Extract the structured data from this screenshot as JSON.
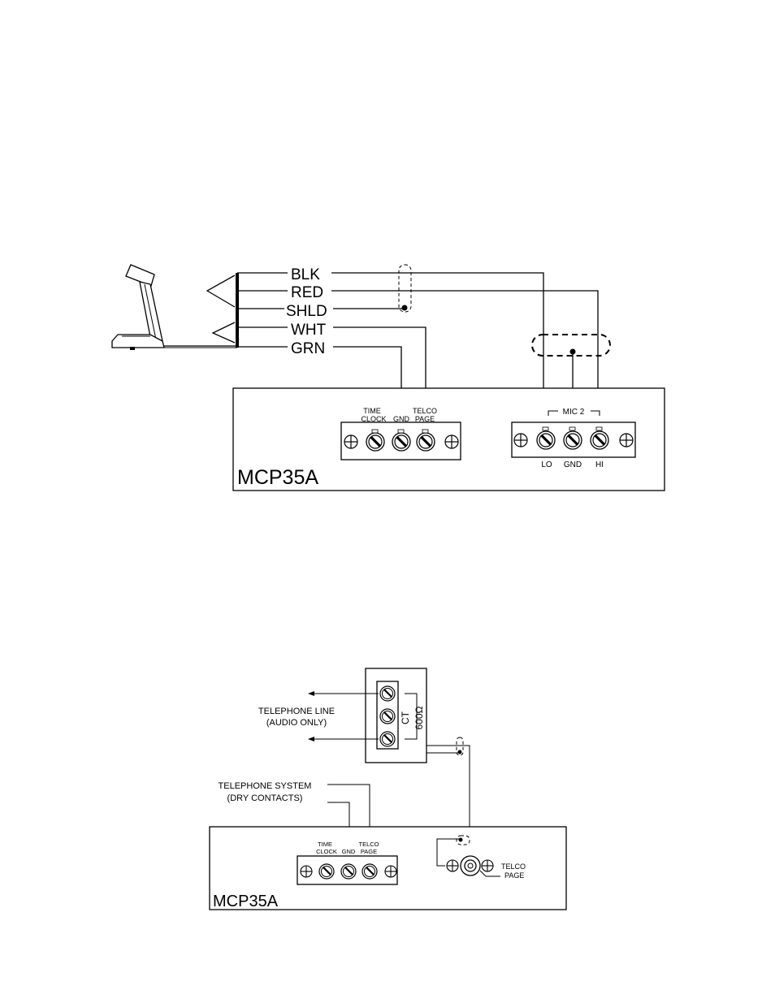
{
  "diagram1": {
    "wire_labels": [
      "BLK",
      "RED",
      "SHLD",
      "WHT",
      "GRN"
    ],
    "unit_label": "MCP35A",
    "left_block": {
      "time_clock": [
        "TIME",
        "CLOCK"
      ],
      "gnd": "GND",
      "telco_page": [
        "TELCO",
        "PAGE"
      ]
    },
    "right_block": {
      "mic_label": "MIC  2",
      "lo": "LO",
      "gnd": "GND",
      "hi": "HI"
    }
  },
  "diagram2": {
    "telephone_line": [
      "TELEPHONE LINE",
      "(AUDIO ONLY)"
    ],
    "transformer": {
      "ct": "CT",
      "ohms": "600Ω"
    },
    "telephone_system": [
      "TELEPHONE SYSTEM",
      "(DRY CONTACTS)"
    ],
    "unit_label": "MCP35A",
    "left_block": {
      "time_clock": [
        "TIME",
        "CLOCK"
      ],
      "gnd": "GND",
      "telco_page": [
        "TELCO",
        "PAGE"
      ]
    },
    "jack_label": [
      "TELCO",
      "PAGE"
    ]
  }
}
